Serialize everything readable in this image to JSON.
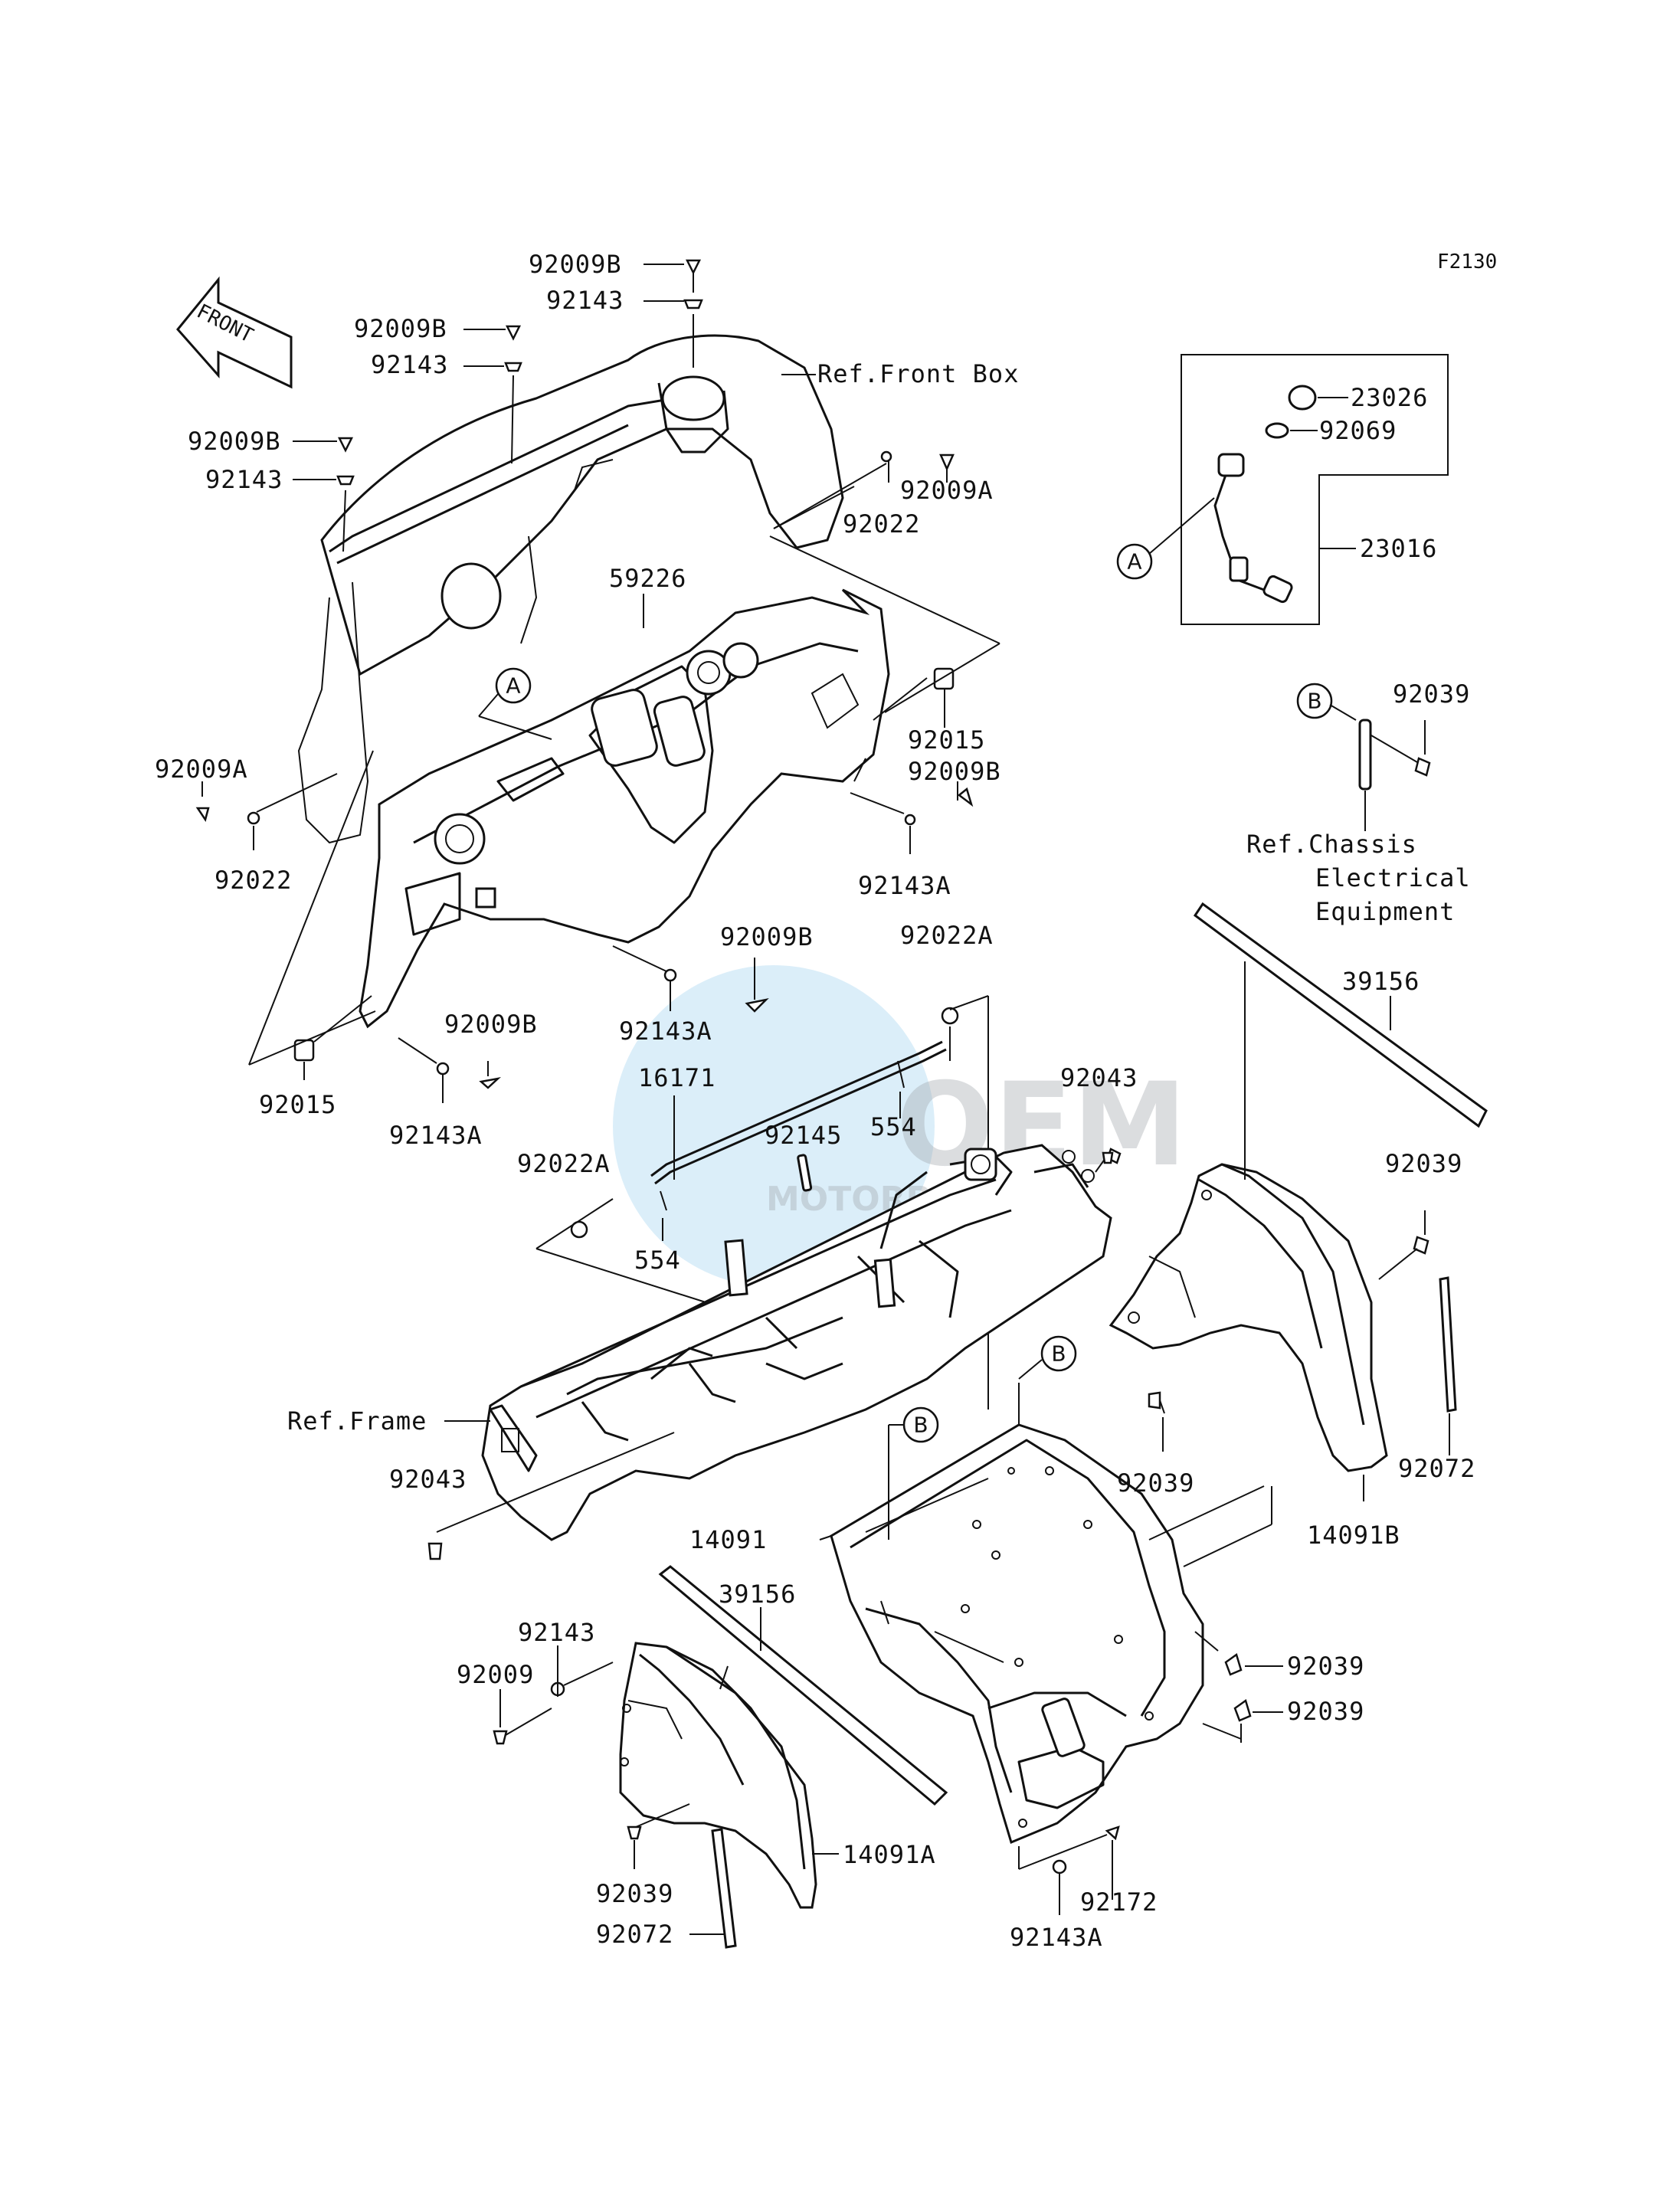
{
  "figure_code": "F2130",
  "front_arrow_label": "FRONT",
  "watermark": {
    "line1": "OEM",
    "line2": "MOTORPARTS"
  },
  "callouts": {
    "a": "A",
    "b": "B"
  },
  "references": {
    "front_box": "Ref.Front Box",
    "frame": "Ref.Frame",
    "chassis_line1": "Ref.Chassis",
    "chassis_line2": "Electrical",
    "chassis_line3": "Equipment"
  },
  "parts": {
    "p92009B_top": "92009B",
    "p92143_top": "92143",
    "p92009B_2": "92009B",
    "p92143_2": "92143",
    "p92009B_3": "92009B",
    "p92143_3": "92143",
    "p92009A_r": "92009A",
    "p92022_r": "92022",
    "p59226": "59226",
    "p92015_r": "92015",
    "p92009B_r": "92009B",
    "p92143A_r": "92143A",
    "p92009A_l": "92009A",
    "p92022_l": "92022",
    "p92009B_mid": "92009B",
    "p92143A_mid": "92143A",
    "p92009B_low": "92009B",
    "p92143A_low": "92143A",
    "p92015_l": "92015",
    "p92022A_top": "92022A",
    "p16171": "16171",
    "p554_r": "554",
    "p92145": "92145",
    "p92043_top": "92043",
    "p92022A_l": "92022A",
    "p554_l": "554",
    "p23026": "23026",
    "p92069": "92069",
    "p23016": "23016",
    "p92039_b": "92039",
    "p39156_r": "39156",
    "p92039_r": "92039",
    "p92072_r": "92072",
    "p14091B": "14091B",
    "p92039_mid": "92039",
    "p92043_low": "92043",
    "p14091": "14091",
    "p39156_l": "39156",
    "p92143_low": "92143",
    "p92009_low": "92009",
    "p92039_r1": "92039",
    "p92039_r2": "92039",
    "p92039_low": "92039",
    "p92072_low": "92072",
    "p14091A": "14091A",
    "p92172": "92172",
    "p92143A_bot": "92143A"
  }
}
